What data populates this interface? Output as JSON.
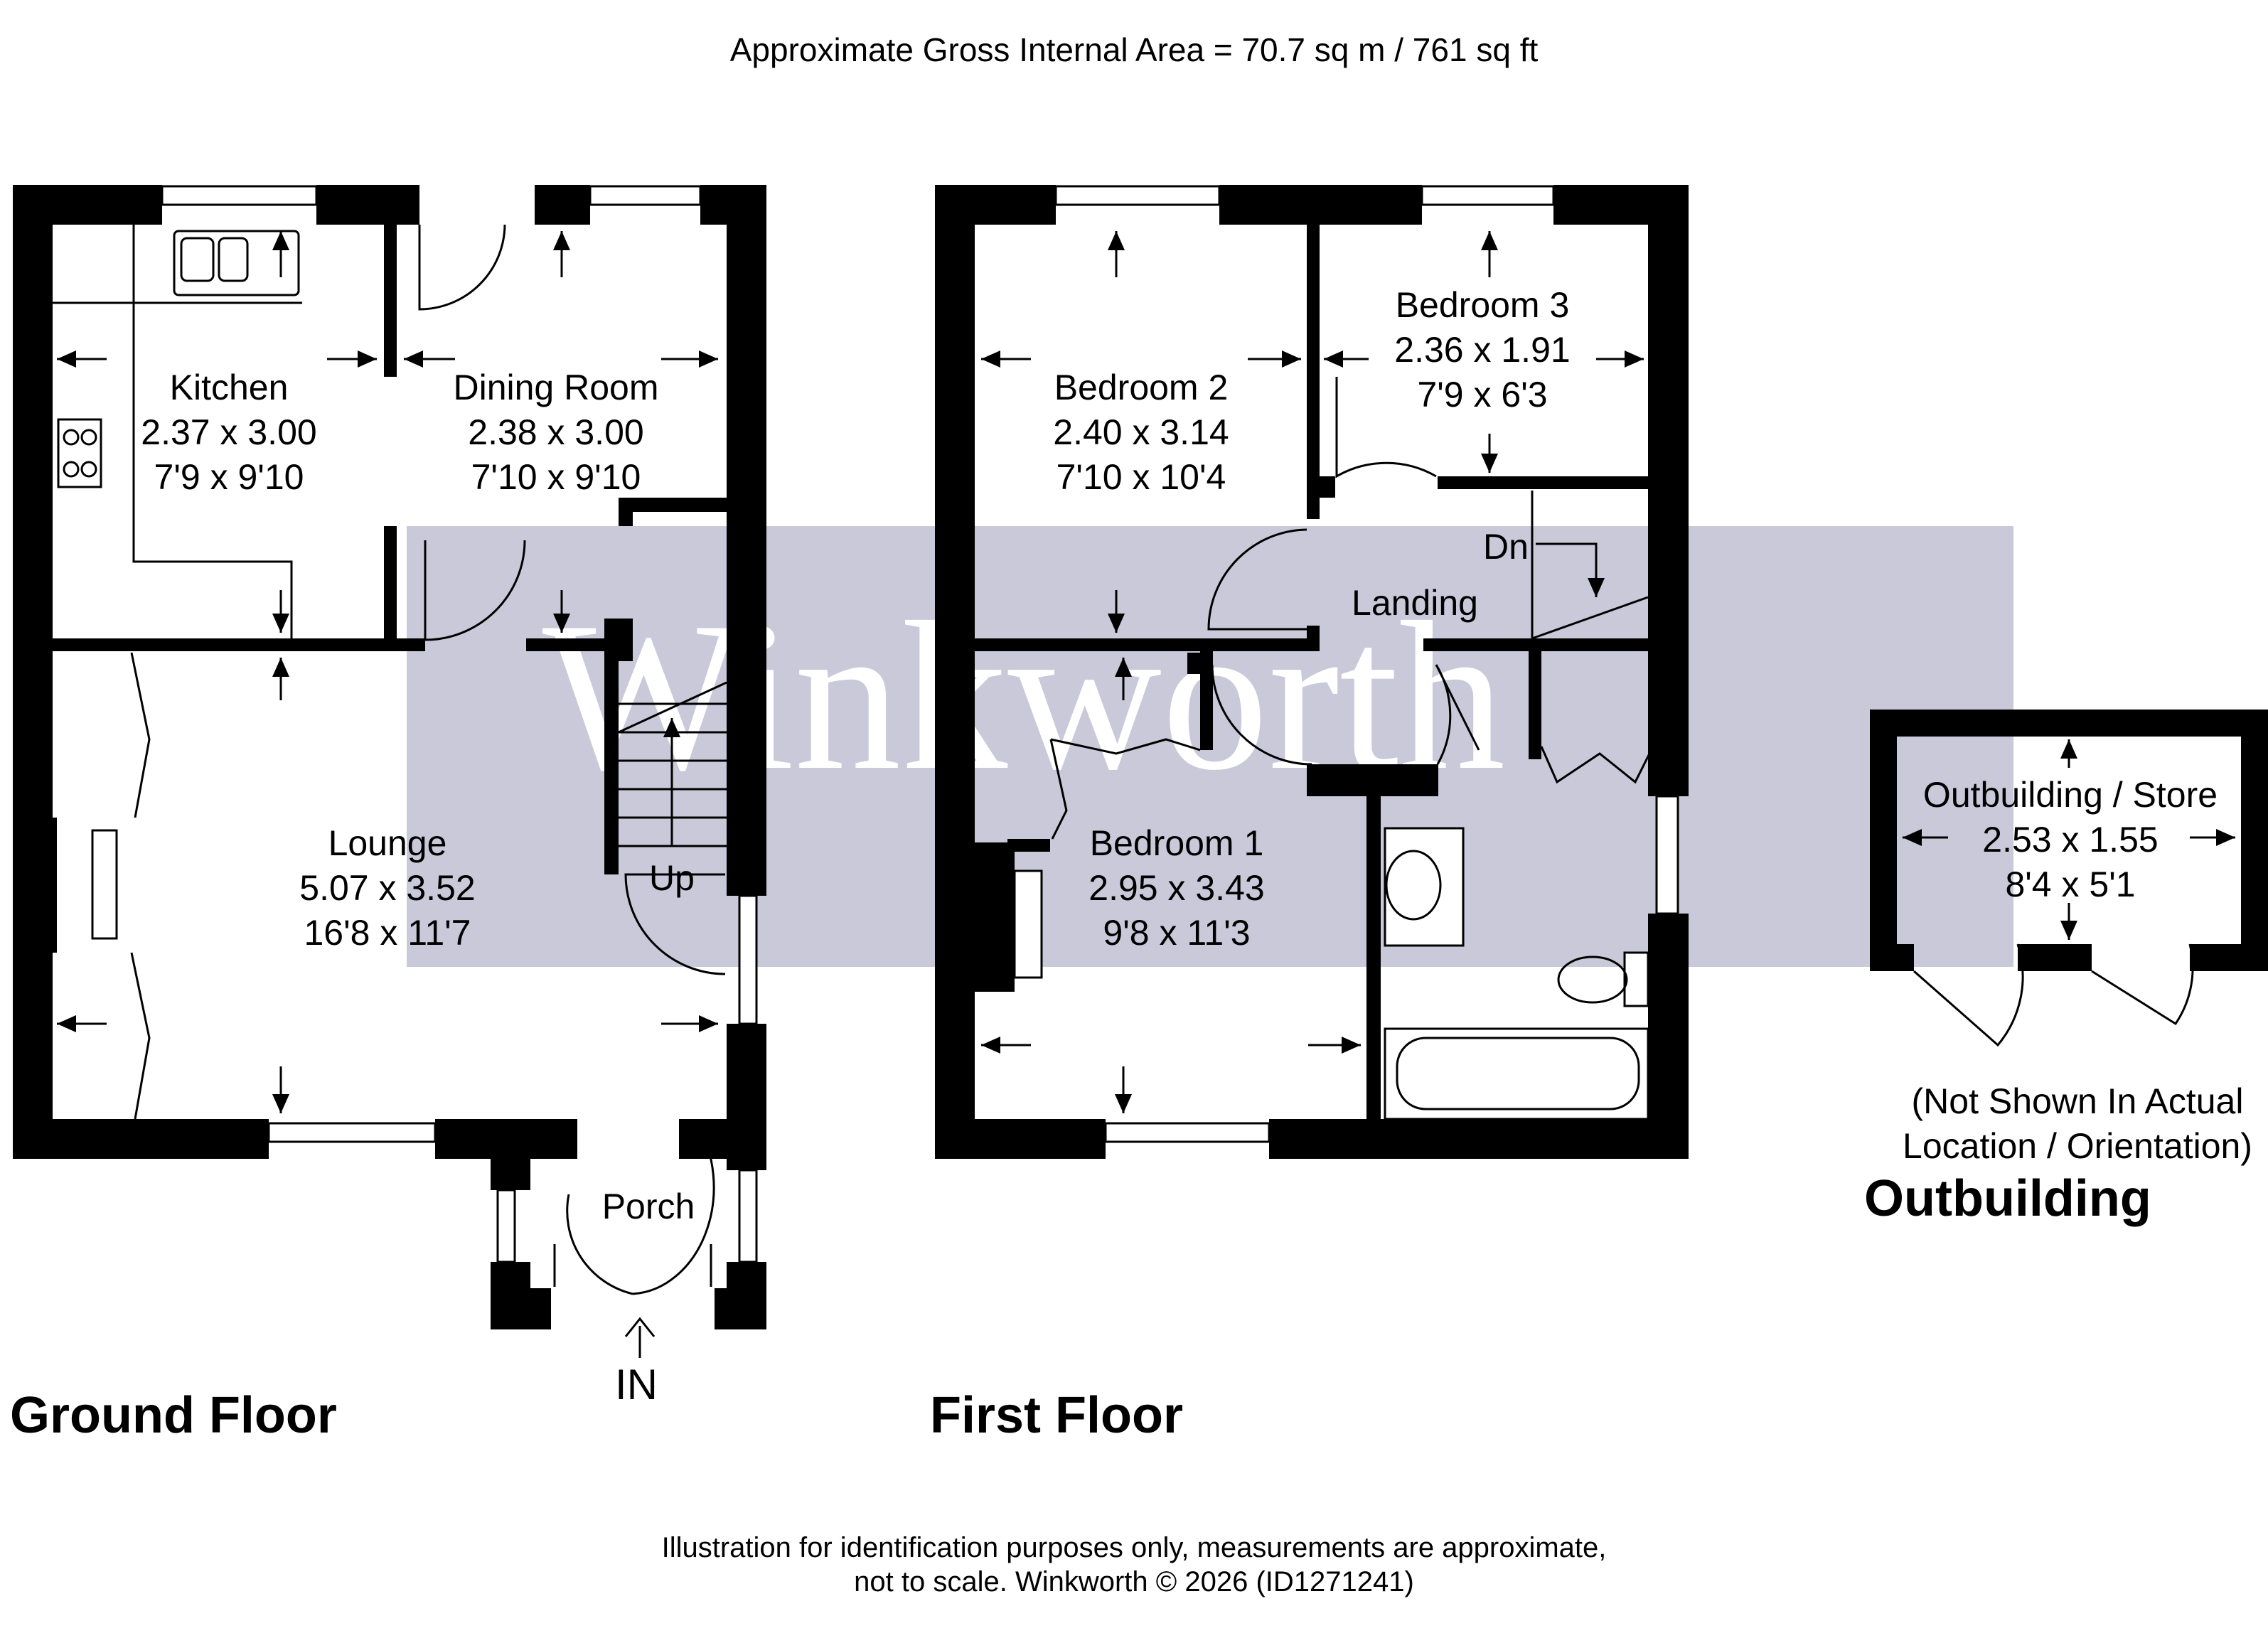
{
  "header": {
    "area": "Approximate Gross Internal Area = 70.7 sq m / 761 sq ft"
  },
  "watermark": {
    "text": "Winkworth",
    "band_color": "#c9c9da"
  },
  "ground_floor": {
    "label": "Ground Floor",
    "entrance": "IN",
    "stairs": "Up",
    "rooms": [
      {
        "name": "Kitchen",
        "metric": "2.37 x 3.00",
        "imperial": "7'9 x 9'10"
      },
      {
        "name": "Dining Room",
        "metric": "2.38 x 3.00",
        "imperial": "7'10 x 9'10"
      },
      {
        "name": "Lounge",
        "metric": "5.07 x 3.52",
        "imperial": "16'8 x 11'7"
      },
      {
        "name": "Porch"
      }
    ]
  },
  "first_floor": {
    "label": "First Floor",
    "stairs": "Dn",
    "rooms": [
      {
        "name": "Bedroom 2",
        "metric": "2.40 x 3.14",
        "imperial": "7'10 x 10'4"
      },
      {
        "name": "Bedroom 3",
        "metric": "2.36 x 1.91",
        "imperial": "7'9 x 6'3"
      },
      {
        "name": "Landing"
      },
      {
        "name": "Bedroom 1",
        "metric": "2.95 x 3.43",
        "imperial": "9'8 x 11'3"
      }
    ]
  },
  "outbuilding": {
    "label": "Outbuilding",
    "room": {
      "name": "Outbuilding / Store",
      "metric": "2.53 x 1.55",
      "imperial": "8'4 x 5'1"
    },
    "note_line1": "(Not Shown In Actual",
    "note_line2": "Location / Orientation)"
  },
  "footer": {
    "line1": "Illustration for identification purposes only, measurements are approximate,",
    "line2": "not to scale. Winkworth © 2026 (ID1271241)"
  }
}
